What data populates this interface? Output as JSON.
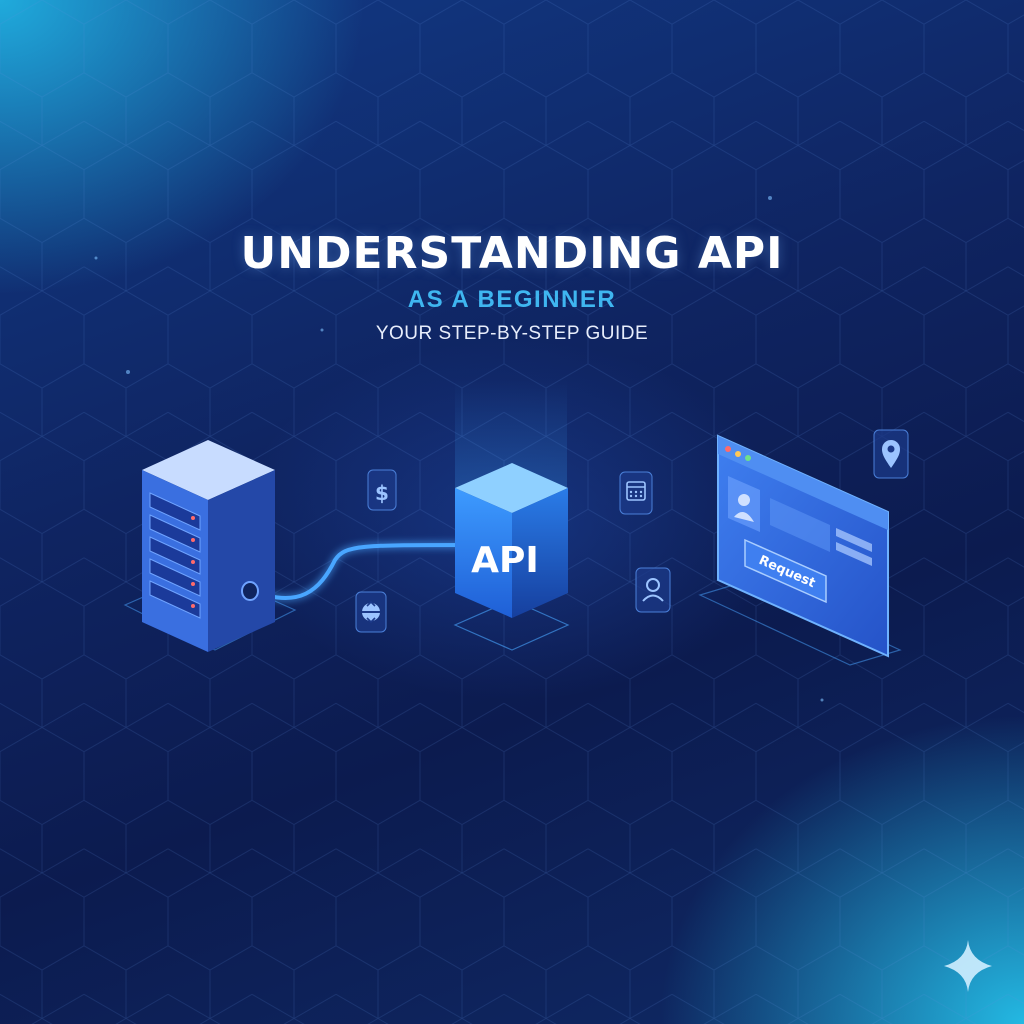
{
  "header": {
    "title": "UNDERSTANDING API",
    "subtitle": "AS A BEGINNER",
    "tagline": "YOUR STEP-BY-STEP GUIDE"
  },
  "diagram": {
    "api_label": "API",
    "browser_button_label": "Request",
    "icons": [
      "server-icon",
      "dollar-icon",
      "arrows-icon",
      "calendar-icon",
      "user-icon",
      "location-pin-icon",
      "browser-window-icon",
      "sparkle-icon"
    ]
  },
  "colors": {
    "background_dark": "#0d1d52",
    "background_glow": "#22beeb",
    "accent": "#3fb6f0",
    "cube_face": "#2f7be0",
    "server_face": "#3a6fe0",
    "connector": "#4aa6ff"
  }
}
